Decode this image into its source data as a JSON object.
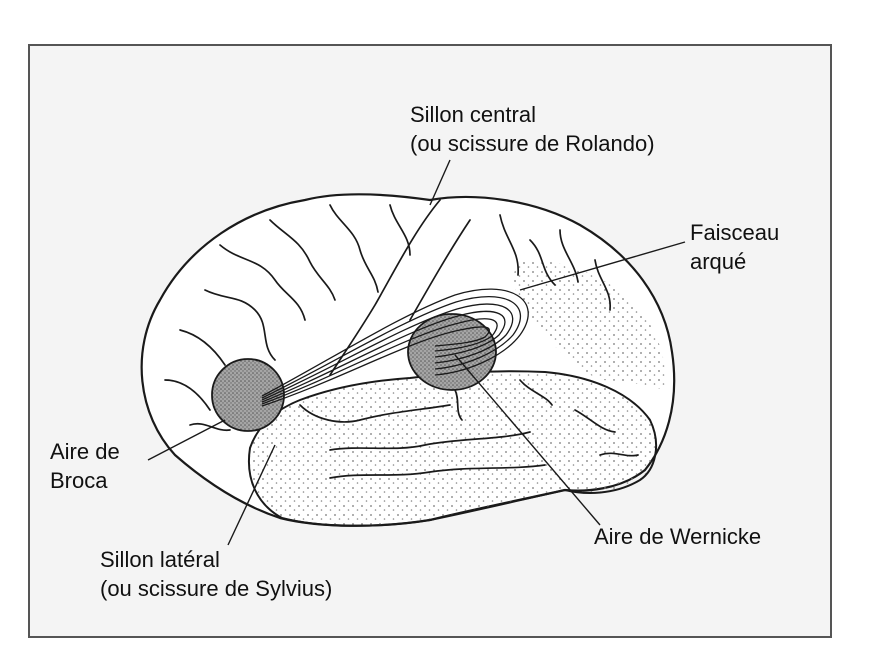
{
  "labels": {
    "central_sulcus": {
      "line1": "Sillon central",
      "line2": "(ou scissure de Rolando)"
    },
    "arcuate_fasciculus": {
      "line1": "Faisceau",
      "line2": "arqué"
    },
    "broca_area": {
      "line1": "Aire de",
      "line2": "Broca"
    },
    "wernicke_area": {
      "line1": "Aire de Wernicke"
    },
    "lateral_sulcus": {
      "line1": "Sillon latéral",
      "line2": "(ou scissure de Sylvius)"
    }
  },
  "colors": {
    "background": "#f4f4f4",
    "outline": "#1a1a1a",
    "area_fill": "#9a9a9a",
    "temporal_fill": "#ececec"
  }
}
